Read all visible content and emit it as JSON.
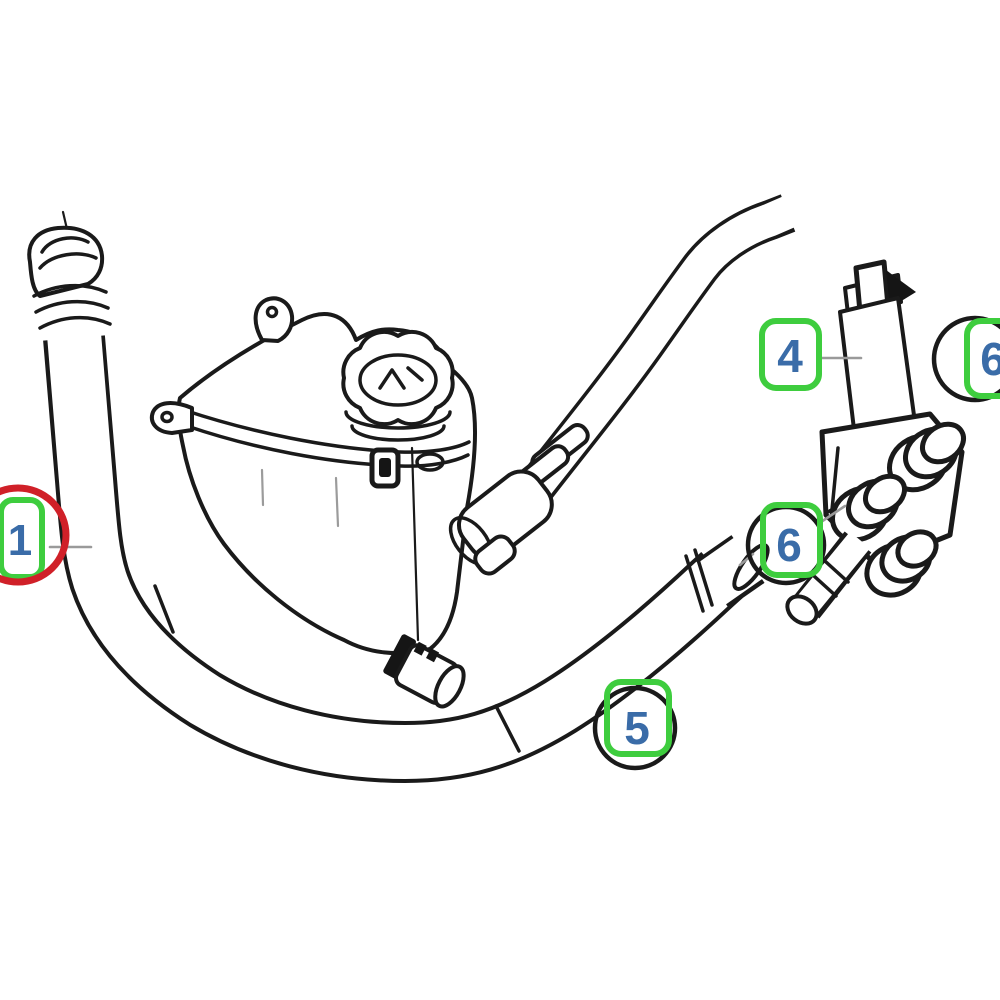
{
  "colors": {
    "background": "#ffffff",
    "line": "#1a1a1a",
    "green-box": "#3ecd3e",
    "blue-number": "#3a6ca8",
    "red-ring": "#d02028",
    "black-ring": "#1a1a1a",
    "leader": "#9a9a9a"
  },
  "callouts": [
    {
      "number": "1",
      "marker": "red-ellipse-over-green-box",
      "position": "left-edge"
    },
    {
      "number": "4",
      "marker": "green-box",
      "position": "upper-right"
    },
    {
      "number": "6",
      "marker": "green-box-over-black-circle",
      "position": "right-edge"
    },
    {
      "number": "6",
      "marker": "green-box-over-black-circle",
      "position": "center-right"
    },
    {
      "number": "5",
      "marker": "green-box-over-black-circle",
      "position": "bottom-center"
    }
  ],
  "artwork": {
    "type": "parts-catalog-line-drawing",
    "elements": [
      "lower-coolant-hose",
      "expansion-tank",
      "tank-cap",
      "upper-coolant-hose",
      "electric-changeover-valve",
      "drain-fitting"
    ]
  }
}
